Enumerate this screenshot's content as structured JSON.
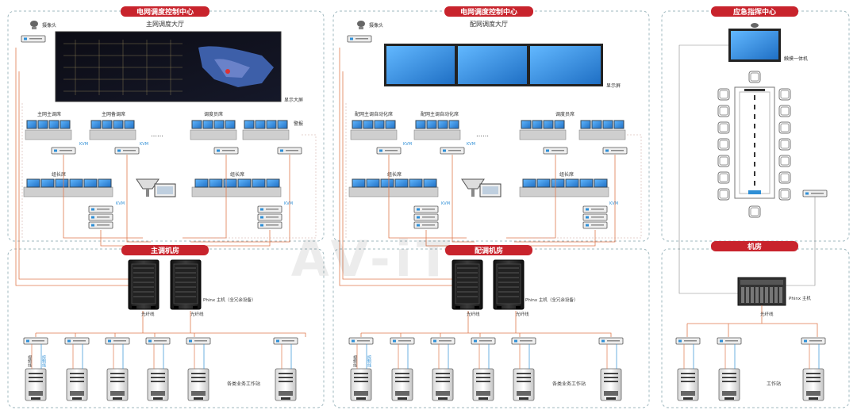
{
  "colors": {
    "accent_red": "#c8232c",
    "fiber_orange": "#e07a4f",
    "network_blue": "#2f8fd6",
    "dash_border": "#9fb8bf",
    "screen_blue": "#3c9be6",
    "rack_black": "#1c1c1c"
  },
  "watermark": "AV-iT",
  "left": {
    "section_title": "电网调度控制中心",
    "hall_title": "主网调度大厅",
    "camera": "摄像头",
    "big_screen": "显示大屏",
    "desks": {
      "main": "主网主调席",
      "backup": "主网备调席",
      "staff": "调度员席",
      "alert": "警报",
      "lead1": "组长席",
      "lead2": "组长席"
    },
    "kvm_tags": [
      "KVM",
      "KVM",
      "KVM",
      "KVM"
    ],
    "dots": "……",
    "room_title": "主调机房",
    "host": "Phinx 主机（全冗余设备）",
    "fiber1": "光纤线",
    "fiber2": "光纤线",
    "cable_a": "视频线",
    "cable_b": "控制线",
    "workstations": "各类业务工作站"
  },
  "middle": {
    "section_title": "电网调度控制中心",
    "hall_title": "配网调度大厅",
    "camera": "摄像头",
    "screen": "显示屏",
    "desks": {
      "auto1": "配网主调自动化席",
      "auto2": "配网主调自动化席",
      "staff": "调度员席",
      "lead1": "组长席",
      "lead2": "组长席"
    },
    "kvm_tags": [
      "KVM",
      "KVM",
      "KVM",
      "KVM"
    ],
    "dots": "……",
    "room_title": "配调机房",
    "host": "Phinx 主机（全冗余设备）",
    "fiber1": "光纤线",
    "fiber2": "光纤线",
    "cable_a": "视频线",
    "cable_b": "控制线",
    "workstations": "各类业务工作站"
  },
  "right": {
    "section_title": "应急指挥中心",
    "terminal": "触摸一体机",
    "room_title": "机房",
    "host": "Phinx 主机",
    "fiber": "光纤线",
    "workstations": "工作站"
  }
}
